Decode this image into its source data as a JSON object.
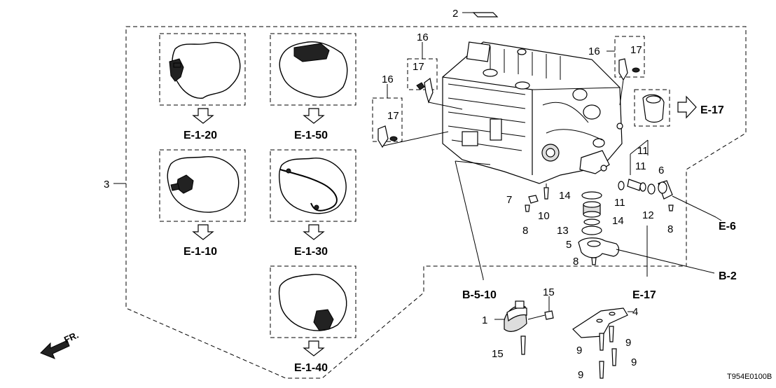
{
  "callouts": {
    "c1": "1",
    "c2": "2",
    "c3": "3",
    "c4": "4",
    "c5": "5",
    "c6": "6",
    "c7": "7",
    "c8a": "8",
    "c8b": "8",
    "c8c": "8",
    "c9a": "9",
    "c9b": "9",
    "c9c": "9",
    "c9d": "9",
    "c10": "10",
    "c11a": "11",
    "c11b": "11",
    "c12": "12",
    "c13": "13",
    "c14a": "14",
    "c14b": "14",
    "c15a": "15",
    "c15b": "15",
    "c16a": "16",
    "c16b": "16",
    "c16c": "16",
    "c17a": "17",
    "c17b": "17",
    "c17c": "17"
  },
  "references": {
    "e120": "E-1-20",
    "e150": "E-1-50",
    "e110": "E-1-10",
    "e130": "E-1-30",
    "e140": "E-1-40",
    "e17_top": "E-17",
    "e17_bottom": "E-17",
    "e6": "E-6",
    "b2": "B-2",
    "b510": "B-5-10"
  },
  "front_indicator": "FR.",
  "diagram_code": "T954E0100B",
  "icons": [
    "front-direction-arrow-icon",
    "reference-arrow-icon"
  ]
}
